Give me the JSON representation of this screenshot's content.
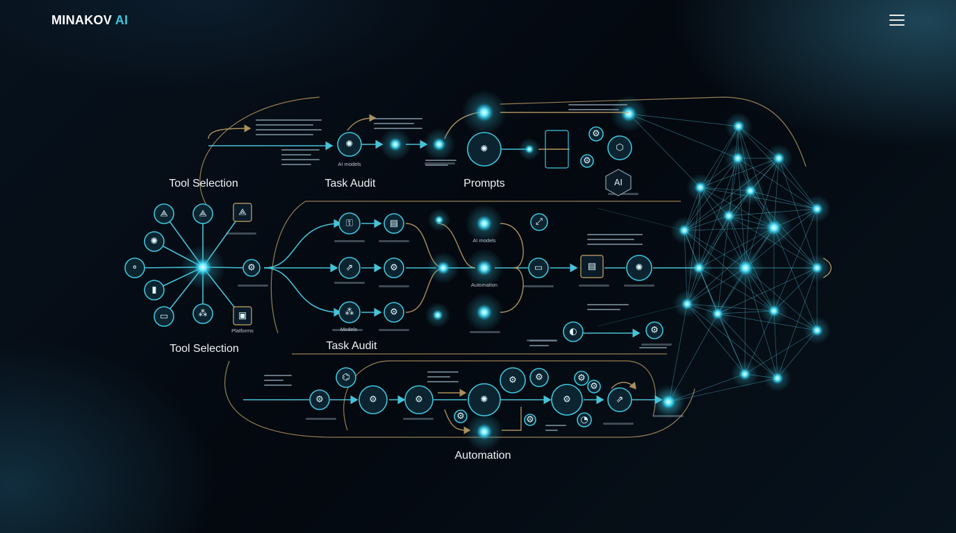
{
  "brand": {
    "name": "MINAKOV",
    "accent": "AI"
  },
  "colors": {
    "accent": "#3ec6dc",
    "node_glow": "#6fe9ff",
    "gold_line": "#c8a76a",
    "background": "#050a12"
  },
  "icons": {
    "menu": "hamburger-icon",
    "openai": "openai-logo-icon",
    "ai_badge": "AI"
  },
  "labels": {
    "tool_selection_top": "Tool Selection",
    "task_audit_top": "Task Audit",
    "prompts": "Prompts",
    "tool_selection_bottom": "Tool Selection",
    "task_audit_bottom": "Task Audit",
    "automation": "Automation"
  },
  "small_labels": {
    "ai_models_top": "AI models",
    "ai_models_mid": "AI models",
    "automation_mid": "Automation",
    "platforms": "Platforms",
    "models": "Models"
  }
}
